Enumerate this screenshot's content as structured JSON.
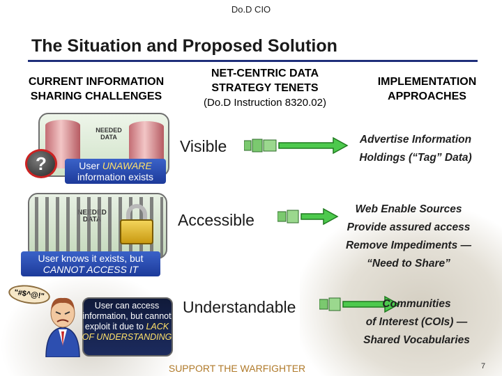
{
  "header": {
    "org": "Do.D CIO",
    "title": "The Situation and Proposed Solution"
  },
  "columns": {
    "challenges_heading": "CURRENT INFORMATION SHARING CHALLENGES",
    "tenets_heading": "NET-CENTRIC DATA STRATEGY TENETS",
    "tenets_subheading": "(Do.D Instruction 8320.02)",
    "approaches_heading": "IMPLEMENTATION APPROACHES"
  },
  "illustrations": {
    "needed_data_label": "NEEDED DATA",
    "cursing_text": "\"#$^@!\"",
    "question_mark": "?"
  },
  "challenges": [
    {
      "prefix": "User ",
      "emphasis": "UNAWARE",
      "suffix": " information exists"
    },
    {
      "prefix": "User knows it exists, but ",
      "emphasis": "CANNOT ACCESS IT",
      "suffix": ""
    },
    {
      "prefix": "User can access information, but cannot exploit it due to ",
      "emphasis": "LACK OF UNDERSTANDING",
      "suffix": ""
    }
  ],
  "tenets": [
    "Visible",
    "Accessible",
    "Understandable"
  ],
  "approaches": [
    [
      "Advertise Information",
      "Holdings (“Tag” Data)"
    ],
    [
      "Web Enable Sources",
      "Provide assured access",
      "Remove Impediments —",
      "“Need to Share”"
    ],
    [
      "Communities",
      "of Interest (COIs) —",
      "Shared Vocabularies"
    ]
  ],
  "colors": {
    "title_rule": "#1f2f7a",
    "arrow": "#3dbb3d",
    "caption_bg": "#2a4db4",
    "footer": "#b07a2a"
  },
  "footer": {
    "text": "SUPPORT THE WARFIGHTER",
    "page_number": "7"
  }
}
